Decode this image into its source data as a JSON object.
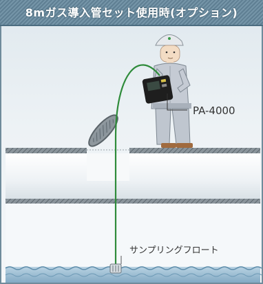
{
  "title": "8mガス導入管セット使用時(オプション)",
  "labels": {
    "instrument_model": "PA-4000",
    "float": "サンプリングフロート"
  },
  "colors": {
    "title_bar": "#6a8a9e",
    "background": "#e6eef2",
    "pipe": "#f2f5f7",
    "tube": "#2e8b3a",
    "uniform": "#c5cbd4",
    "water": "#8fb4cc",
    "instrument": "#1e1e1e"
  },
  "icons": [
    "worker-figure",
    "gas-detector",
    "manhole-lid",
    "sampling-float",
    "water-surface"
  ]
}
